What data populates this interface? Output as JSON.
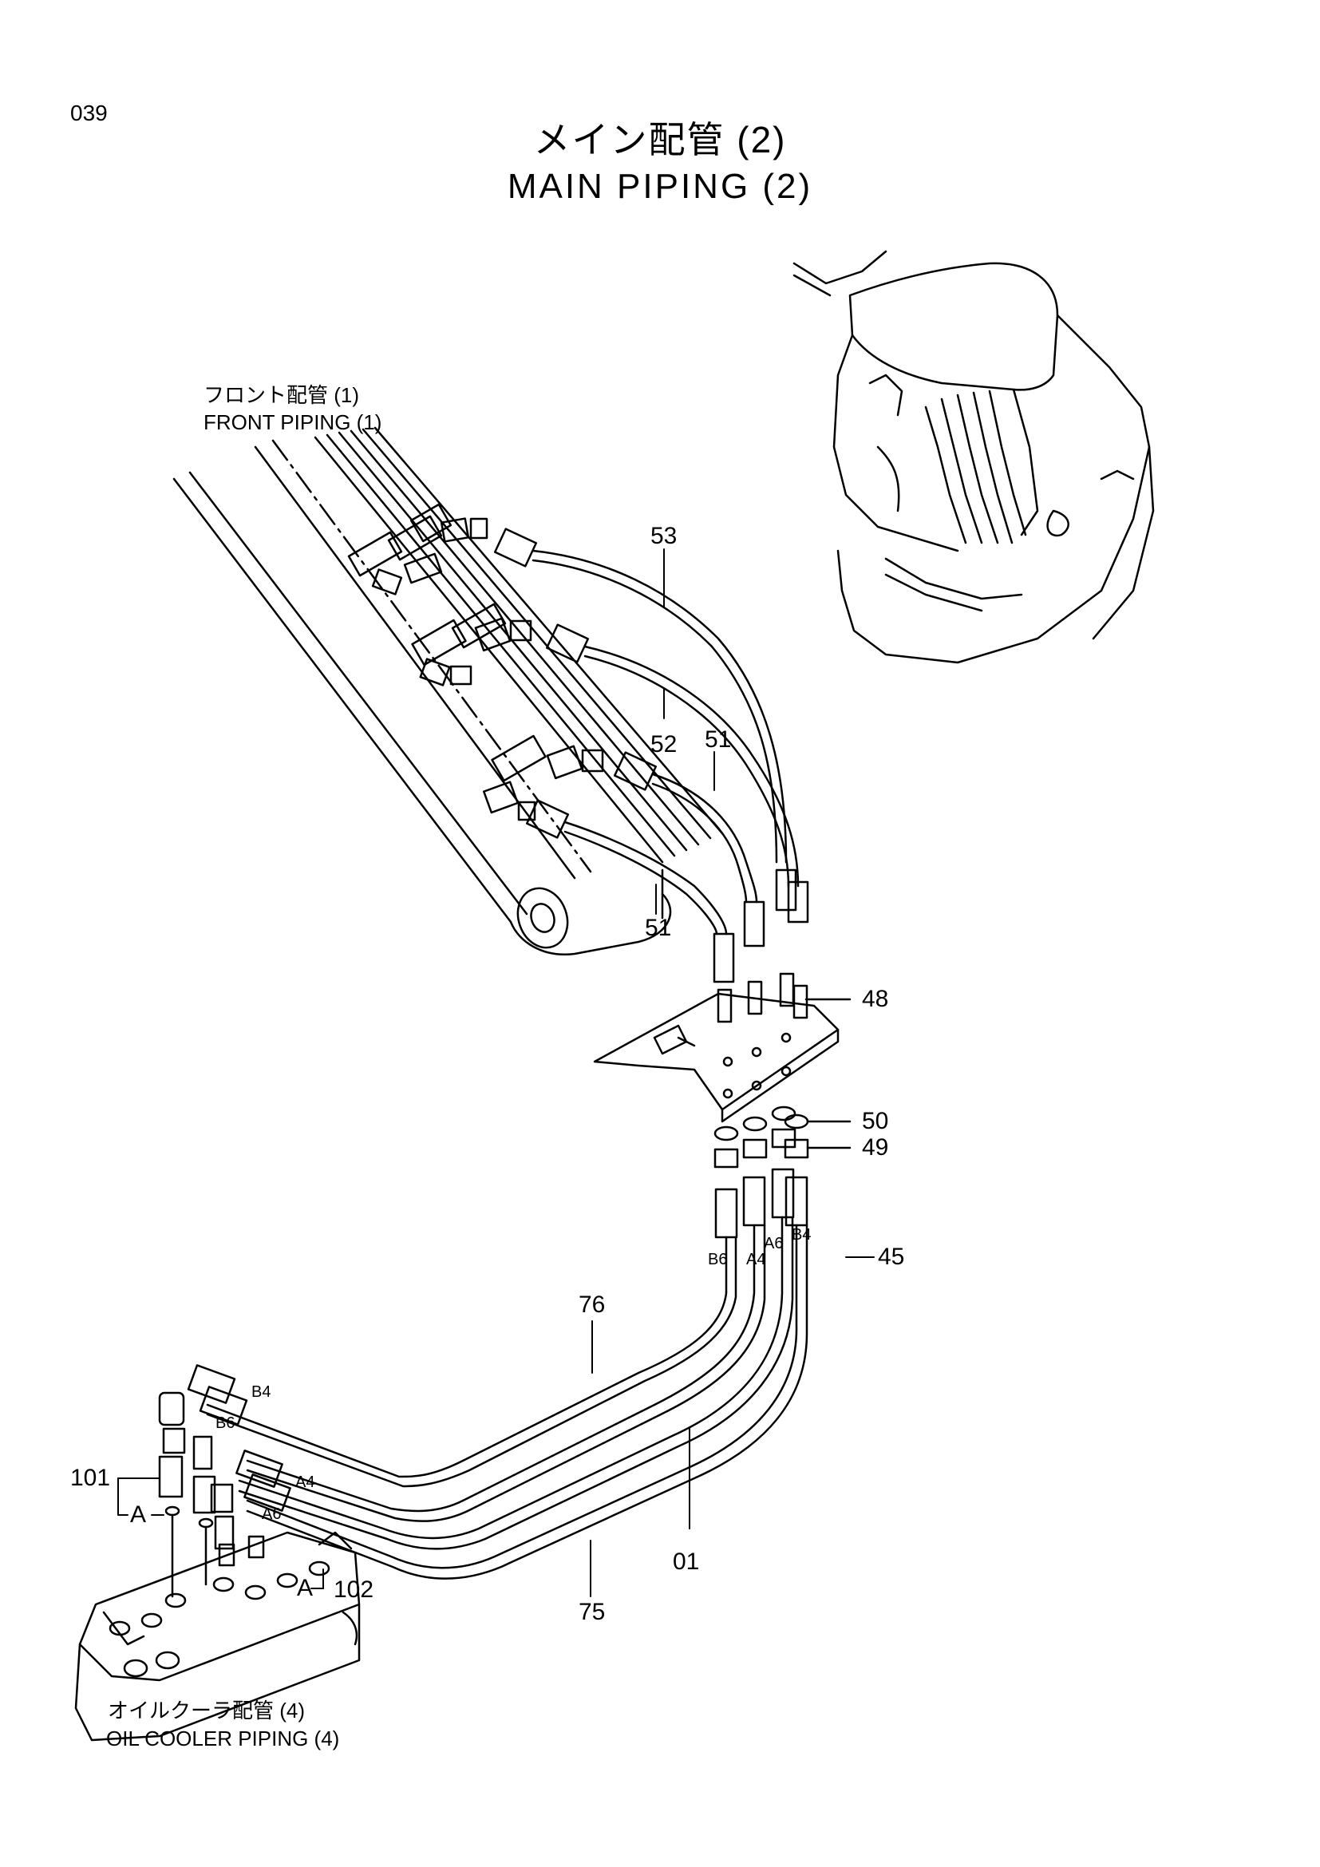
{
  "page_number": "039",
  "title": {
    "japanese": "メイン配管 (2)",
    "english": "MAIN PIPING (2)"
  },
  "references": {
    "front_piping_jp": "フロント配管 (1)",
    "front_piping_en": "FRONT PIPING (1)",
    "oil_cooler_jp": "オイルクーラ配管 (4)",
    "oil_cooler_en": "OIL COOLER PIPING (4)"
  },
  "callouts": {
    "p53": "53",
    "p52": "52",
    "p51_top": "51",
    "p51_bottom": "51",
    "p48": "48",
    "p50": "50",
    "p49": "49",
    "p45": "45",
    "p76": "76",
    "p01": "01",
    "p75": "75",
    "p101": "101",
    "p102": "102",
    "detail_a_left": "A",
    "detail_a_right": "A"
  },
  "port_labels": {
    "b6_top": "B6",
    "a4_top": "A4",
    "a6_top": "A6",
    "b4_top": "B4",
    "b4_bottom": "B4",
    "b6_bottom": "B6",
    "a4_bottom": "A4",
    "a6_bottom": "A6"
  }
}
